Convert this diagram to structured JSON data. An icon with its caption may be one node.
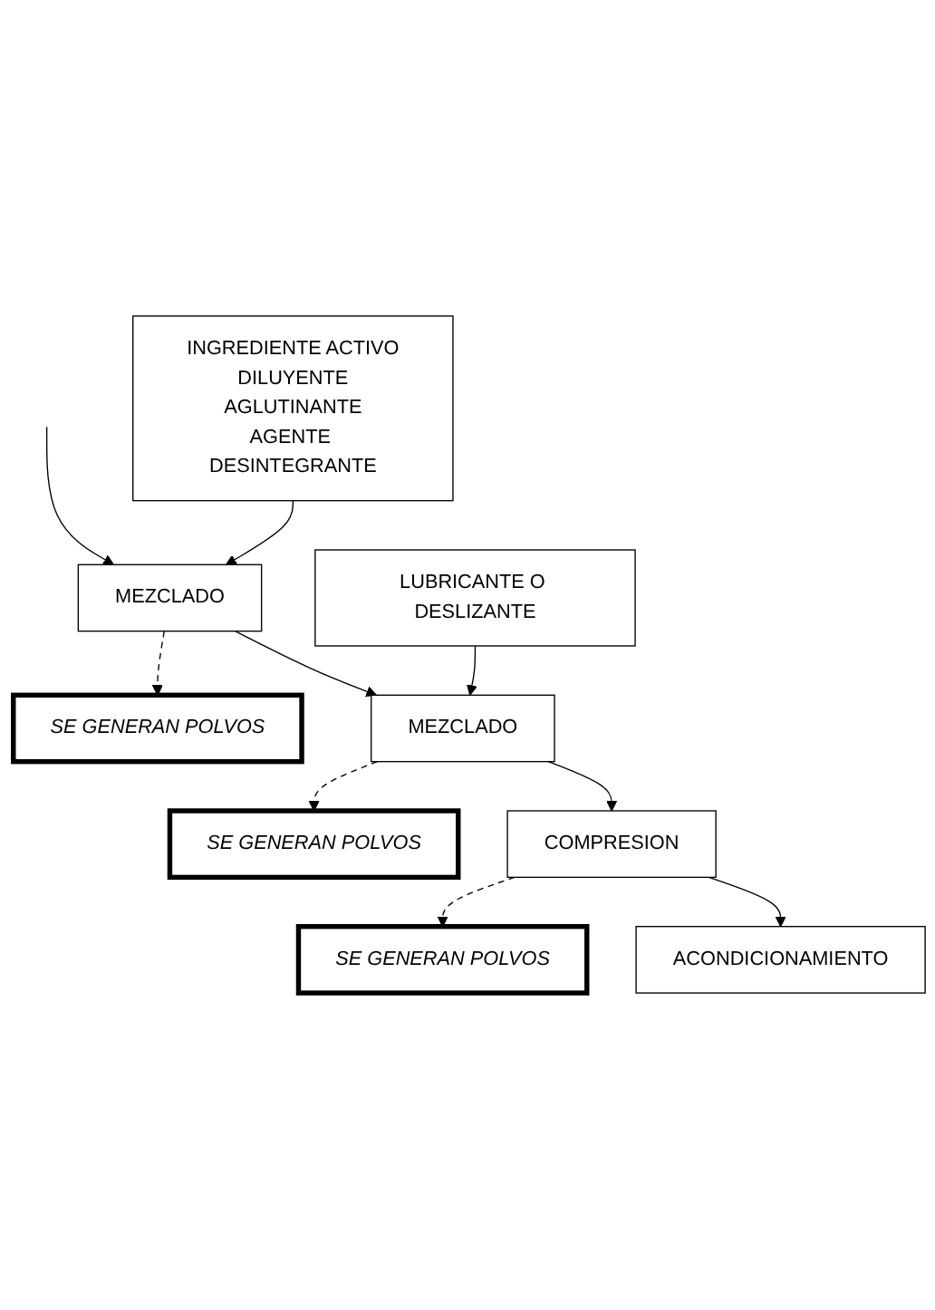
{
  "diagram": {
    "nodes": [
      {
        "text": [
          "INGREDIENTE ACTIVO",
          "DILUYENTE",
          "AGLUTINANTE",
          "AGENTE DESINTEGRANTE"
        ]
      },
      {
        "text": [
          "MEZCLADO"
        ]
      },
      {
        "text": [
          "SE GENERAN POLVOS"
        ]
      },
      {
        "text": [
          "LUBRICANTE O DESLIZANTE"
        ]
      },
      {
        "text": [
          "MEZCLADO"
        ]
      },
      {
        "text": [
          "SE GENERAN POLVOS"
        ]
      },
      {
        "text": [
          "COMPRESION"
        ]
      },
      {
        "text": [
          "SE GENERAN POLVOS"
        ]
      },
      {
        "text": [
          "ACONDICIONAMIENTO"
        ]
      }
    ],
    "edges": [
      {
        "from": null,
        "to": 1,
        "arrow": "to"
      },
      {
        "from": 0,
        "to": 1,
        "arrow": "to"
      },
      {
        "from": 1,
        "to": 2,
        "arrow": "to",
        "style": "dashed"
      },
      {
        "from": 1,
        "to": 4,
        "arrow": "to"
      },
      {
        "from": 3,
        "to": 4,
        "arrow": "to"
      },
      {
        "from": 4,
        "to": 5,
        "arrow": "to",
        "style": "dashed"
      },
      {
        "from": 4,
        "to": 6,
        "arrow": "to"
      },
      {
        "from": 6,
        "to": 7,
        "arrow": "to",
        "style": "dashed"
      },
      {
        "from": 6,
        "to": 8,
        "arrow": "to"
      }
    ]
  }
}
